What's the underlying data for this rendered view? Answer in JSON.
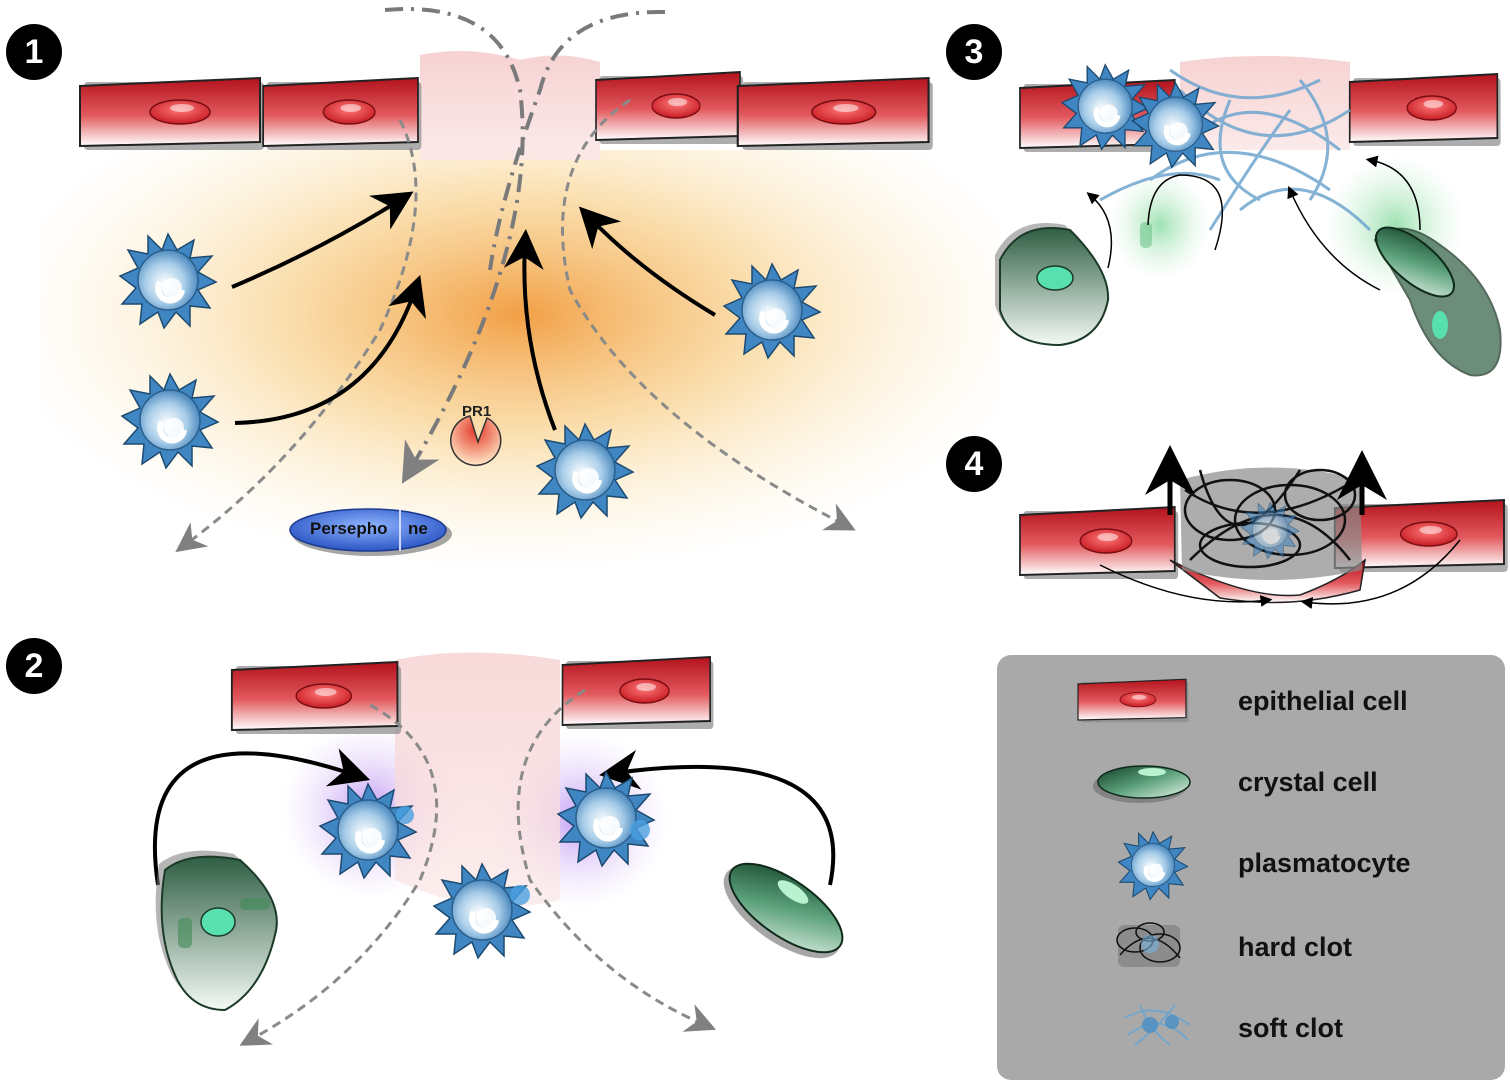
{
  "panels": {
    "p1": "1",
    "p2": "2",
    "p3": "3",
    "p4": "4"
  },
  "labels": {
    "persephone_left": "Persepho",
    "persephone_right": "ne",
    "pr1": "PR1"
  },
  "legend": {
    "items": [
      {
        "label": "epithelial cell"
      },
      {
        "label": "crystal cell"
      },
      {
        "label": "plasmatocyte"
      },
      {
        "label": "hard clot"
      },
      {
        "label": "soft clot"
      }
    ]
  },
  "colors": {
    "epithelial_red": "#c8202a",
    "crystal_green": "#3f7f5a",
    "plasmatocyte_blue": "#4a8fc4",
    "wound_orange": "#f4a04a",
    "wound_purple": "#b48cf0",
    "legend_bg": "#a9a9a9"
  }
}
